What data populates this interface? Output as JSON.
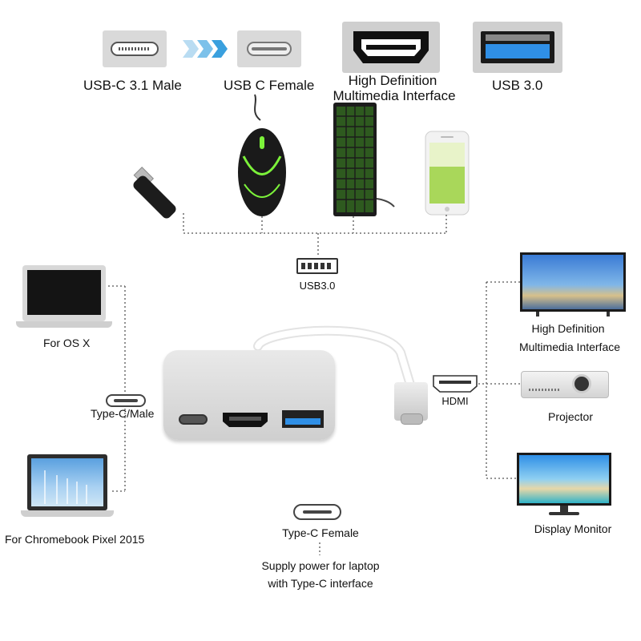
{
  "top_connectors": [
    {
      "label": "USB-C 3.1 Male"
    },
    {
      "label": "USB C Female"
    },
    {
      "label_line1": "High Definition",
      "label_line2": "Multimedia Interface"
    },
    {
      "label": "USB 3.0"
    }
  ],
  "usb_hub": {
    "label": "USB3.0"
  },
  "left_devices": {
    "osx_label": "For OS X",
    "type_c_male_label": "Type-C/Male",
    "chromebook_label": "For Chromebook Pixel 2015"
  },
  "right_devices": {
    "hdmi_label": "HDMI",
    "tv_label_line1": "High Definition",
    "tv_label_line2": "Multimedia Interface",
    "projector_label": "Projector",
    "monitor_label": "Display Monitor"
  },
  "bottom": {
    "type_c_female_label": "Type-C Female",
    "power_line1": "Supply power for laptop",
    "power_line2": "with Type-C interface"
  },
  "colors": {
    "usb3_blue": "#2f8fe6",
    "keyboard_glow": "#7cf23a",
    "adapter_body": "#dcdcdc"
  }
}
